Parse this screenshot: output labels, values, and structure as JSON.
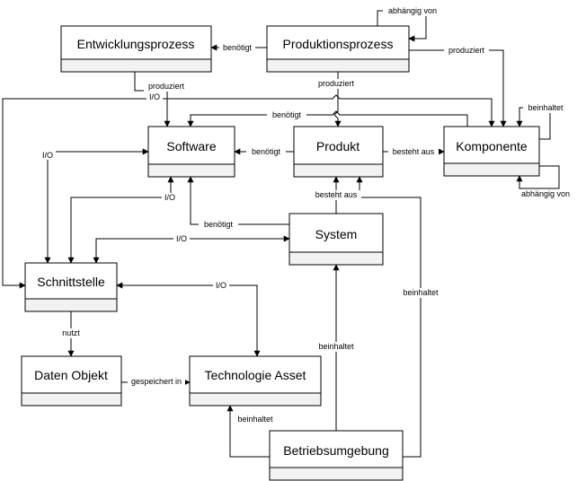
{
  "entities": {
    "entwicklungsprozess": "Entwicklungsprozess",
    "produktionsprozess": "Produktionsprozess",
    "software": "Software",
    "produkt": "Produkt",
    "komponente": "Komponente",
    "system": "System",
    "schnittstelle": "Schnittstelle",
    "daten_objekt": "Daten Objekt",
    "technologie_asset": "Technologie Asset",
    "betriebsumgebung": "Betriebsumgebung"
  },
  "relations": {
    "produktion_abhaengig": "abhängig von",
    "produktion_benoetigt_entwicklung": "benötigt",
    "produktion_produziert_komponente": "produziert",
    "entwicklung_produziert_software": "produziert",
    "produktion_produziert_produkt": "produziert",
    "schnittstelle_io_komponente": "I/O",
    "komponente_benoetigt_software": "benötigt",
    "komponente_beinhaltet": "beinhaltet",
    "komponente_abhaengig": "abhängig von",
    "produkt_benoetigt_software": "benötigt",
    "produkt_besteht_komponente": "besteht aus",
    "schnittstelle_io_software_left": "I/O",
    "schnittstelle_io_software": "I/O",
    "system_benoetigt_software": "benötigt",
    "system_besteht_produkt": "besteht aus",
    "schnittstelle_io_system": "I/O",
    "schnittstelle_io_technologie": "I/O",
    "betrieb_beinhaltet_produkt": "beinhaltet",
    "betrieb_beinhaltet_system": "beinhaltet",
    "schnittstelle_nutzt_daten": "nutzt",
    "daten_gespeichert_technologie": "gespeichert in",
    "betrieb_beinhaltet_technologie": "beinhaltet"
  },
  "colors": {
    "line": "#000000",
    "box_fill": "#ffffff",
    "footer_fill": "#f2f2f2"
  }
}
